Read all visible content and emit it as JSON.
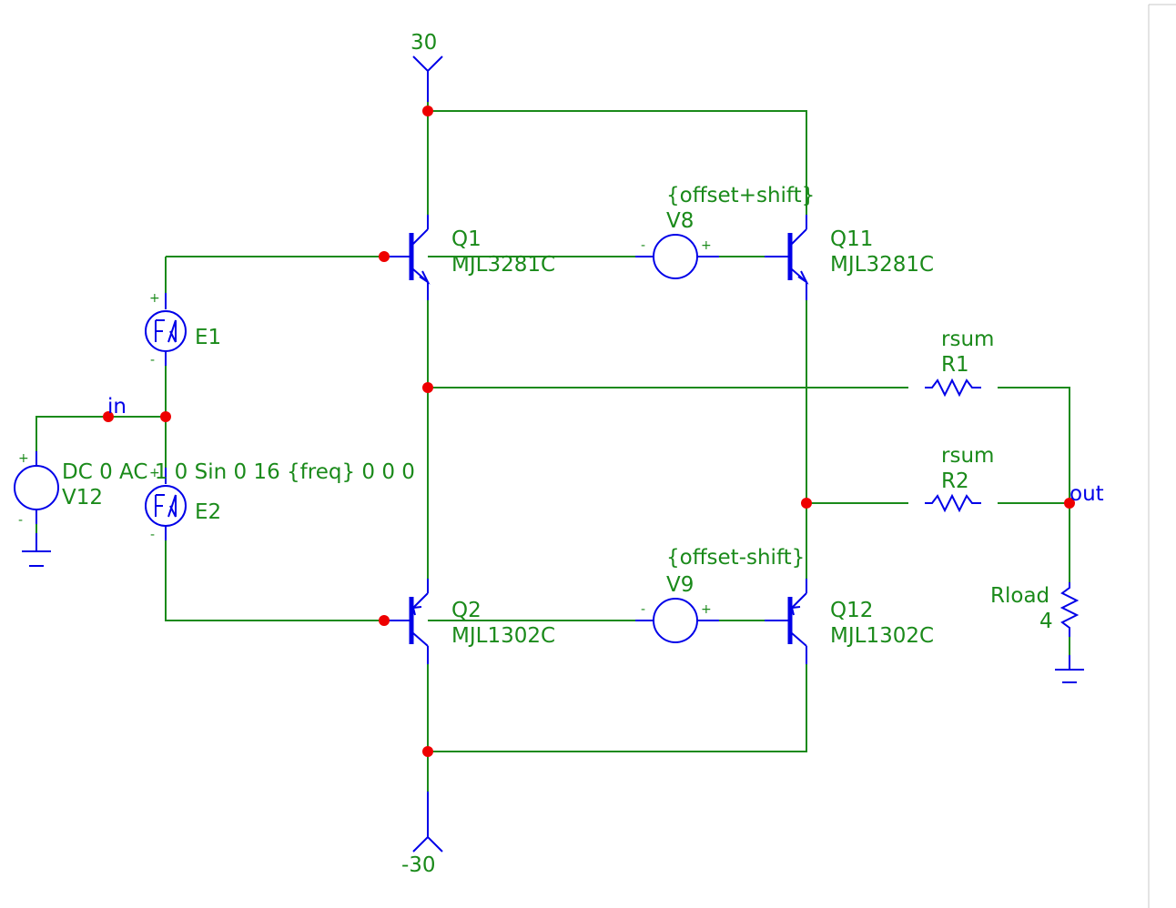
{
  "supplies": {
    "positive": "30",
    "negative": "-30"
  },
  "nets": {
    "input": "in",
    "output": "out"
  },
  "transistors": [
    {
      "ref": "Q1",
      "model": "MJL3281C"
    },
    {
      "ref": "Q11",
      "model": "MJL3281C"
    },
    {
      "ref": "Q2",
      "model": "MJL1302C"
    },
    {
      "ref": "Q12",
      "model": "MJL1302C"
    }
  ],
  "voltage_sources": [
    {
      "ref": "V8",
      "value": "{offset+shift}"
    },
    {
      "ref": "V9",
      "value": "{offset-shift}"
    },
    {
      "ref": "V12",
      "value": "DC 0 AC 1 0 Sin 0 16 {freq} 0 0 0"
    }
  ],
  "dependent_sources": [
    {
      "ref": "E1"
    },
    {
      "ref": "E2"
    }
  ],
  "resistors": [
    {
      "ref": "R1",
      "value": "rsum"
    },
    {
      "ref": "R2",
      "value": "rsum"
    },
    {
      "ref": "Rload",
      "value": "4"
    }
  ],
  "pin_marks": {
    "plus": "+",
    "minus": "-"
  },
  "colors": {
    "wire": "#1a8a1a",
    "component": "#0000e8",
    "junction": "#ee0000",
    "background": "#ffffff"
  }
}
